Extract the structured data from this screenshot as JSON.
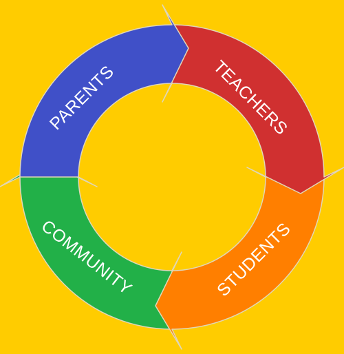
{
  "diagram": {
    "type": "cycle",
    "background_color": "#ffcc00",
    "segments": [
      {
        "label": "PARENTS",
        "color": "#4050c8",
        "order": 1
      },
      {
        "label": "TEACHERS",
        "color": "#d03030",
        "order": 2
      },
      {
        "label": "STUDENTS",
        "color": "#ff7f00",
        "order": 3
      },
      {
        "label": "COMMUNITY",
        "color": "#22b048",
        "order": 4
      }
    ],
    "flow_direction": "clockwise"
  }
}
